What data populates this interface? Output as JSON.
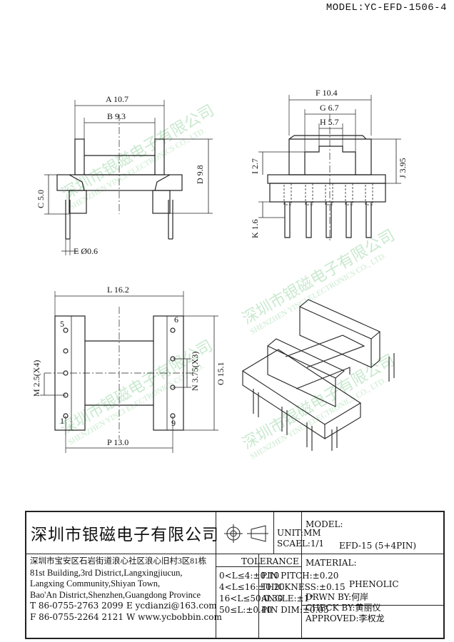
{
  "model": "MODEL:YC-EFD-1506-4",
  "watermark": {
    "cn": "深圳市银磁电子有限公司",
    "en": "SHENZHEN YINCI ELECTRONICS CO., LTD."
  },
  "dims": {
    "A": "A 10.7",
    "B": "B 9.3",
    "C": "C 5.0",
    "D": "D 9.8",
    "E": "E Ø0.6",
    "F": "F 10.4",
    "G": "G 6.7",
    "H": "H 5.7",
    "I": "I 2.7",
    "J": "J 3.95",
    "K": "K 1.6",
    "L": "L 16.2",
    "M": "M 2.5(X4)",
    "N": "N 3.75(X3)",
    "O": "O 15.1",
    "P": "P 13.0"
  },
  "pins": {
    "p5": "5",
    "p1": "1",
    "p6": "6",
    "p9": "9"
  },
  "title_block": {
    "company": "深圳市银磁电子有限公司",
    "address_cn": "深圳市宝安区石岩街道浪心社区浪心旧村3区81栋",
    "address_en": [
      "81st Building,3rd District,Langxingjiucun,",
      "Langxing Community,Shiyan Town,",
      "Bao'An District,Shenzhen,Guangdong Province"
    ],
    "tel": "T 86-0755-2763 2099",
    "fax": "F 86-0755-2264 2121",
    "email": "E ycdianzi@163.com",
    "web": "W www.ycbobbin.com",
    "unit": "UNIT:MM",
    "scale": "SCAEL:1/1",
    "model_label": "MODEL:",
    "model_value": "EFD-15 (5+4PIN)",
    "tolerance_title": "TOLERANCE",
    "tolerances": [
      "0<L≤4:±0.10",
      "4<L≤16:±0.20",
      "16<L≤50:0.30",
      "50≤L:±0.40"
    ],
    "pin_specs": [
      "PIN PITCH:±0.20",
      "THICKNESS:±0.15",
      "ANGLE:±1°",
      "PIN DIM:±0.05"
    ],
    "material_label": "MATERIAL:",
    "material_value": "PHENOLIC",
    "drawn": "DRWN BY:何岸",
    "checked": "CHECK BY:黄丽仪",
    "approved": "APPROVED:李权龙"
  }
}
